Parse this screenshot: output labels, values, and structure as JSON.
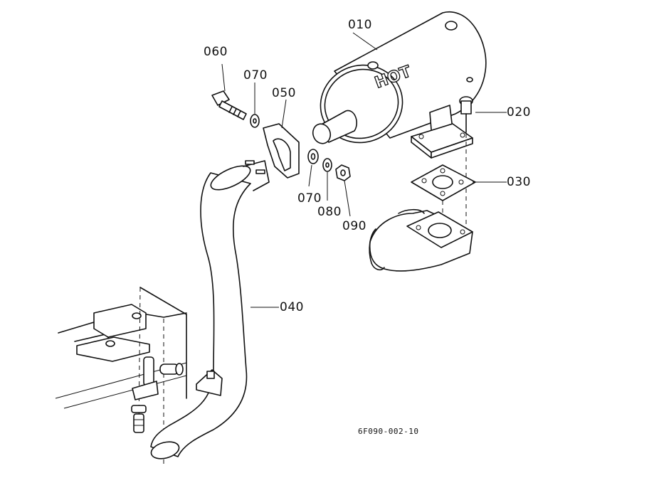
{
  "diagram": {
    "callouts": [
      {
        "id": "p010",
        "label": "010"
      },
      {
        "id": "p020",
        "label": "020"
      },
      {
        "id": "p030",
        "label": "030"
      },
      {
        "id": "p040",
        "label": "040"
      },
      {
        "id": "p050",
        "label": "050"
      },
      {
        "id": "p060",
        "label": "060"
      },
      {
        "id": "p070a",
        "label": "070"
      },
      {
        "id": "p070b",
        "label": "070"
      },
      {
        "id": "p080",
        "label": "080"
      },
      {
        "id": "p090",
        "label": "090"
      }
    ],
    "muffler_text": "HOT",
    "drawing_code": "6F090-002-10"
  }
}
